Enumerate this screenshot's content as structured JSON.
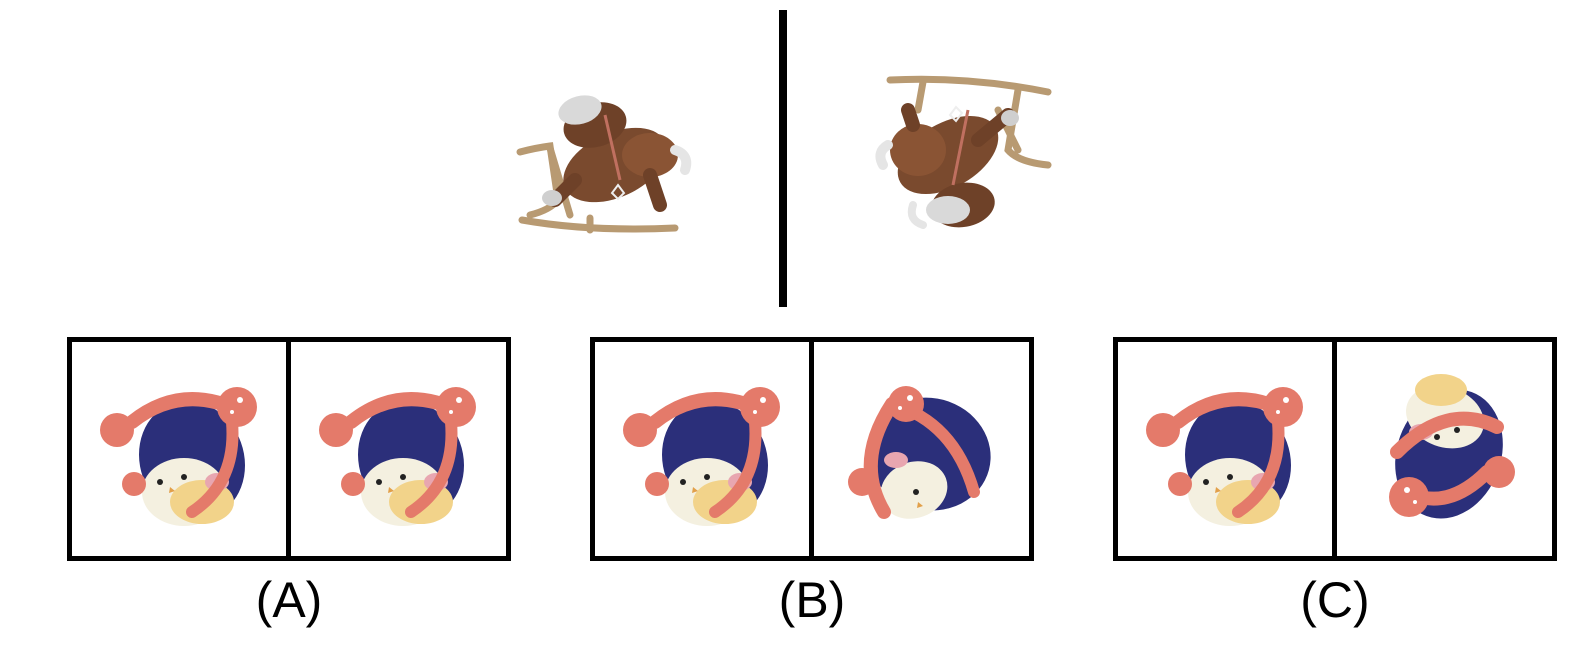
{
  "reference": {
    "left_icon": "rocking-horse-icon",
    "right_icon": "rocking-horse-icon"
  },
  "options": [
    {
      "label": "(A)",
      "left_icon": "penguin-headphones-icon",
      "right_icon": "penguin-headphones-icon"
    },
    {
      "label": "(B)",
      "left_icon": "penguin-headphones-icon",
      "right_icon": "penguin-headphones-icon"
    },
    {
      "label": "(C)",
      "left_icon": "penguin-headphones-icon",
      "right_icon": "penguin-headphones-icon"
    }
  ],
  "colors": {
    "line": "#000000",
    "horse_body": "#7a4a2e",
    "horse_frame": "#b89a72",
    "penguin_body": "#2b2f7a",
    "penguin_belly": "#f4f0e0",
    "headphones": "#e47a6a"
  }
}
